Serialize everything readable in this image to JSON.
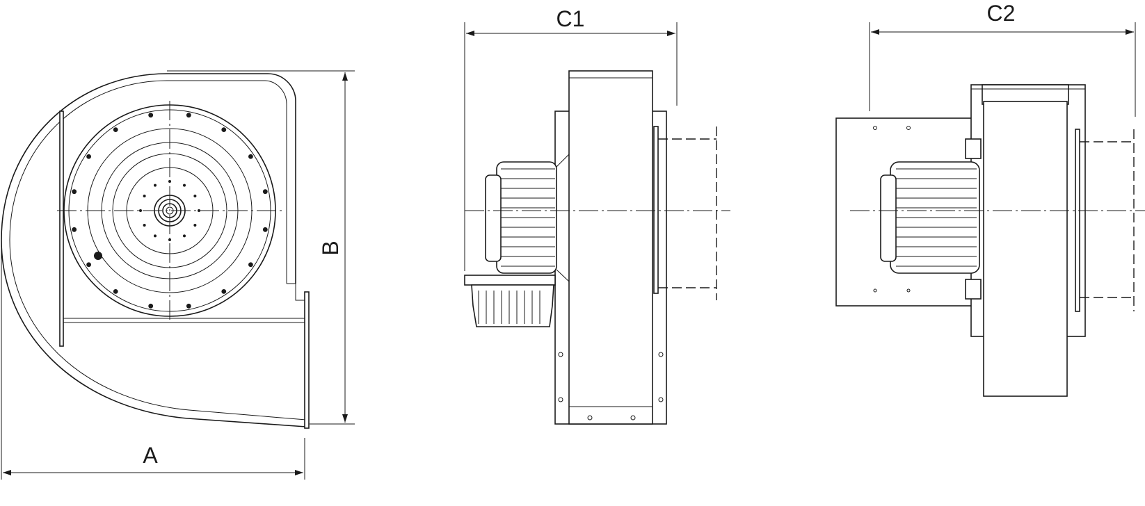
{
  "labels": {
    "dim_a": "A",
    "dim_b": "B",
    "dim_c1": "C1",
    "dim_c2": "C2"
  },
  "colors": {
    "line": "#1a1a1a",
    "background": "#ffffff"
  }
}
